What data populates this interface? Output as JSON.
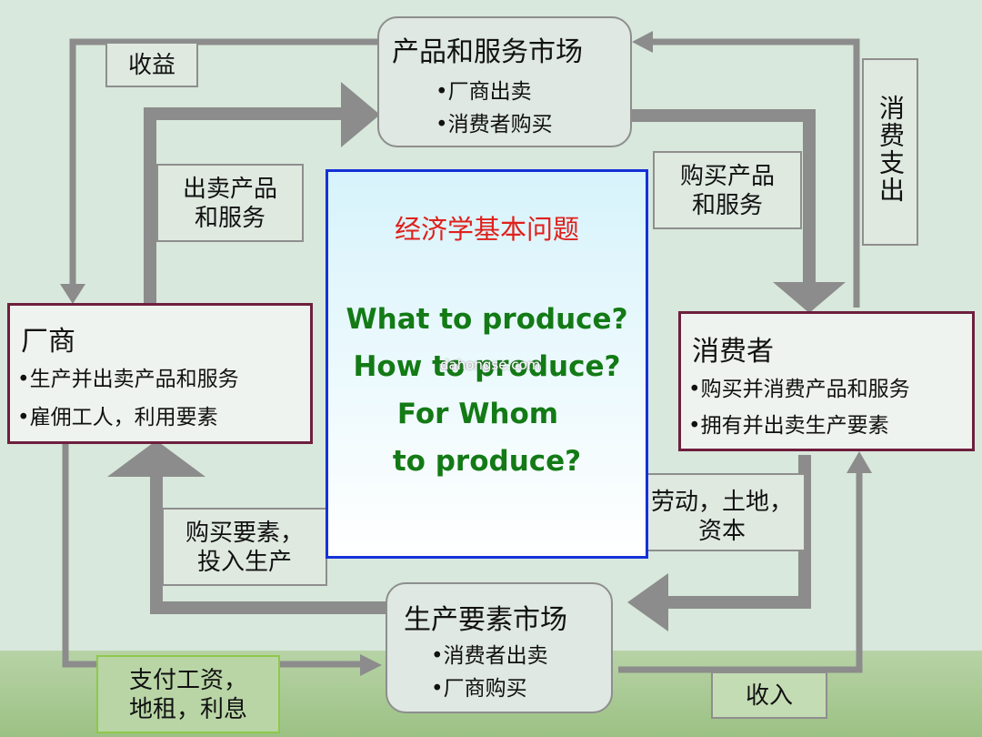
{
  "product_market": {
    "title": "产品和服务市场",
    "items": [
      "•厂商出卖",
      "•消费者购买"
    ]
  },
  "factor_market": {
    "title": "生产要素市场",
    "items": [
      "•消费者出卖",
      "•厂商购买"
    ]
  },
  "firm": {
    "title": "厂商",
    "items": [
      "•生产并出卖产品和服务",
      "•雇佣工人，利用要素"
    ]
  },
  "consumer": {
    "title": "消费者",
    "items": [
      "•购买并消费产品和服务",
      "•拥有并出卖生产要素"
    ]
  },
  "labels": {
    "revenue": "收益",
    "sell_goods_1": "出卖产品",
    "sell_goods_2": "和服务",
    "buy_goods_1": "购买产品",
    "buy_goods_2": "和服务",
    "spending": "消费支出",
    "buy_factors_1": "购买要素，",
    "buy_factors_2": "投入生产",
    "factors_1": "劳动，土地，",
    "factors_2": "资本",
    "pay_1": "支付工资，",
    "pay_2": "地租，利息",
    "income": "收入"
  },
  "center": {
    "heading": "经济学基本问题",
    "questions": [
      "What to produce?",
      "How to produce?",
      "For Whom",
      "to produce?"
    ]
  },
  "watermark": "dahongse.com",
  "colors": {
    "flow_gray": "#8c8c8c",
    "box_border": "#6e1f3e",
    "center_border": "#1531d8",
    "heading_red": "#e0201b",
    "question_green": "#137a16"
  }
}
